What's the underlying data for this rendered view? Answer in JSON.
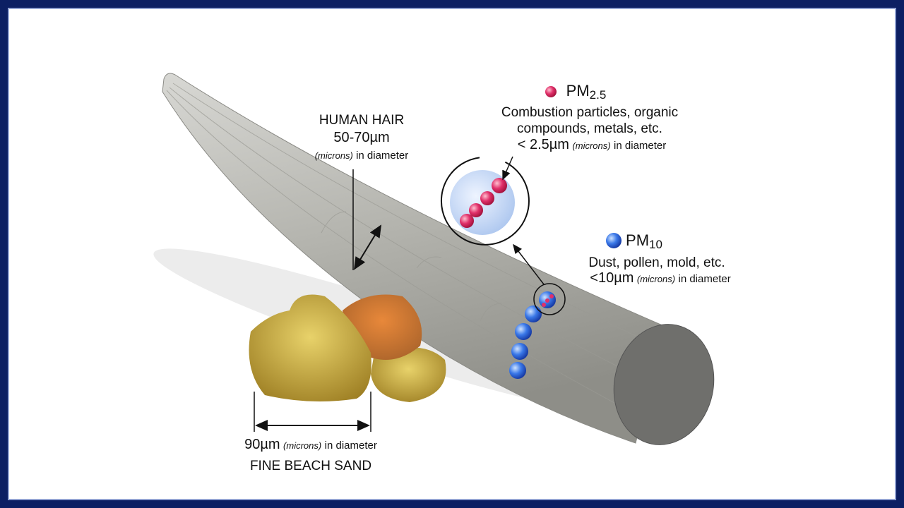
{
  "hair": {
    "title": "HUMAN HAIR",
    "size": "50-70µm",
    "unit_note": "(microns)",
    "suffix": "in diameter"
  },
  "pm25": {
    "label": "PM",
    "sub": "2.5",
    "desc1": "Combustion particles, organic",
    "desc2": "compounds, metals, etc.",
    "size": "< 2.5µm",
    "unit_note": "(microns)",
    "suffix": "in diameter",
    "color": "#d8204a"
  },
  "pm10": {
    "label": "PM",
    "sub": "10",
    "desc1": "Dust, pollen, mold, etc.",
    "size": "<10µm",
    "unit_note": "(microns)",
    "suffix": "in diameter",
    "color": "#2a62d8"
  },
  "sand": {
    "size": "90µm",
    "unit_note": "(microns)",
    "suffix": "in diameter",
    "title": "FINE BEACH SAND"
  },
  "colors": {
    "border": "#0c1f63",
    "hair": "#bdbdb8"
  }
}
